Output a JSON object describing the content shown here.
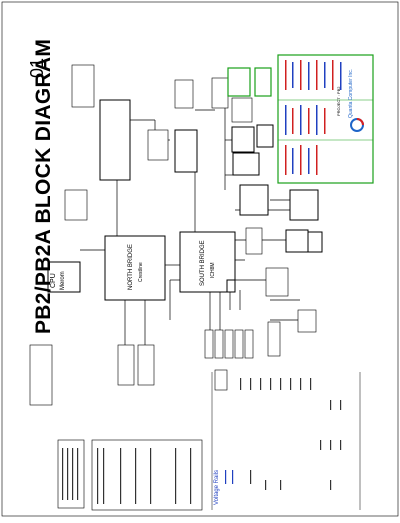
{
  "sheet": {
    "title": "PB2/PB2A BLOCK DIAGRAM",
    "page_number": "01"
  },
  "blocks": {
    "cpu": {
      "title": "CPU",
      "subtitle": "Merom"
    },
    "north_bridge": {
      "title": "NORTH BRIDGE",
      "subtitle": "Crestline"
    },
    "south_bridge": {
      "title": "SOUTH BRIDGE",
      "subtitle": "ICH8M"
    }
  },
  "title_block": {
    "company": "Quanta Computer Inc.",
    "project": "PROJECT : PB2"
  },
  "voltage_table": {
    "title": "Voltage Rails"
  },
  "colors": {
    "ink": "#000000",
    "highlight_green": "#19a019",
    "red_text": "#d02020",
    "blue_text": "#2040c0",
    "logo_blue": "#1e64c8",
    "logo_red": "#d82020"
  }
}
